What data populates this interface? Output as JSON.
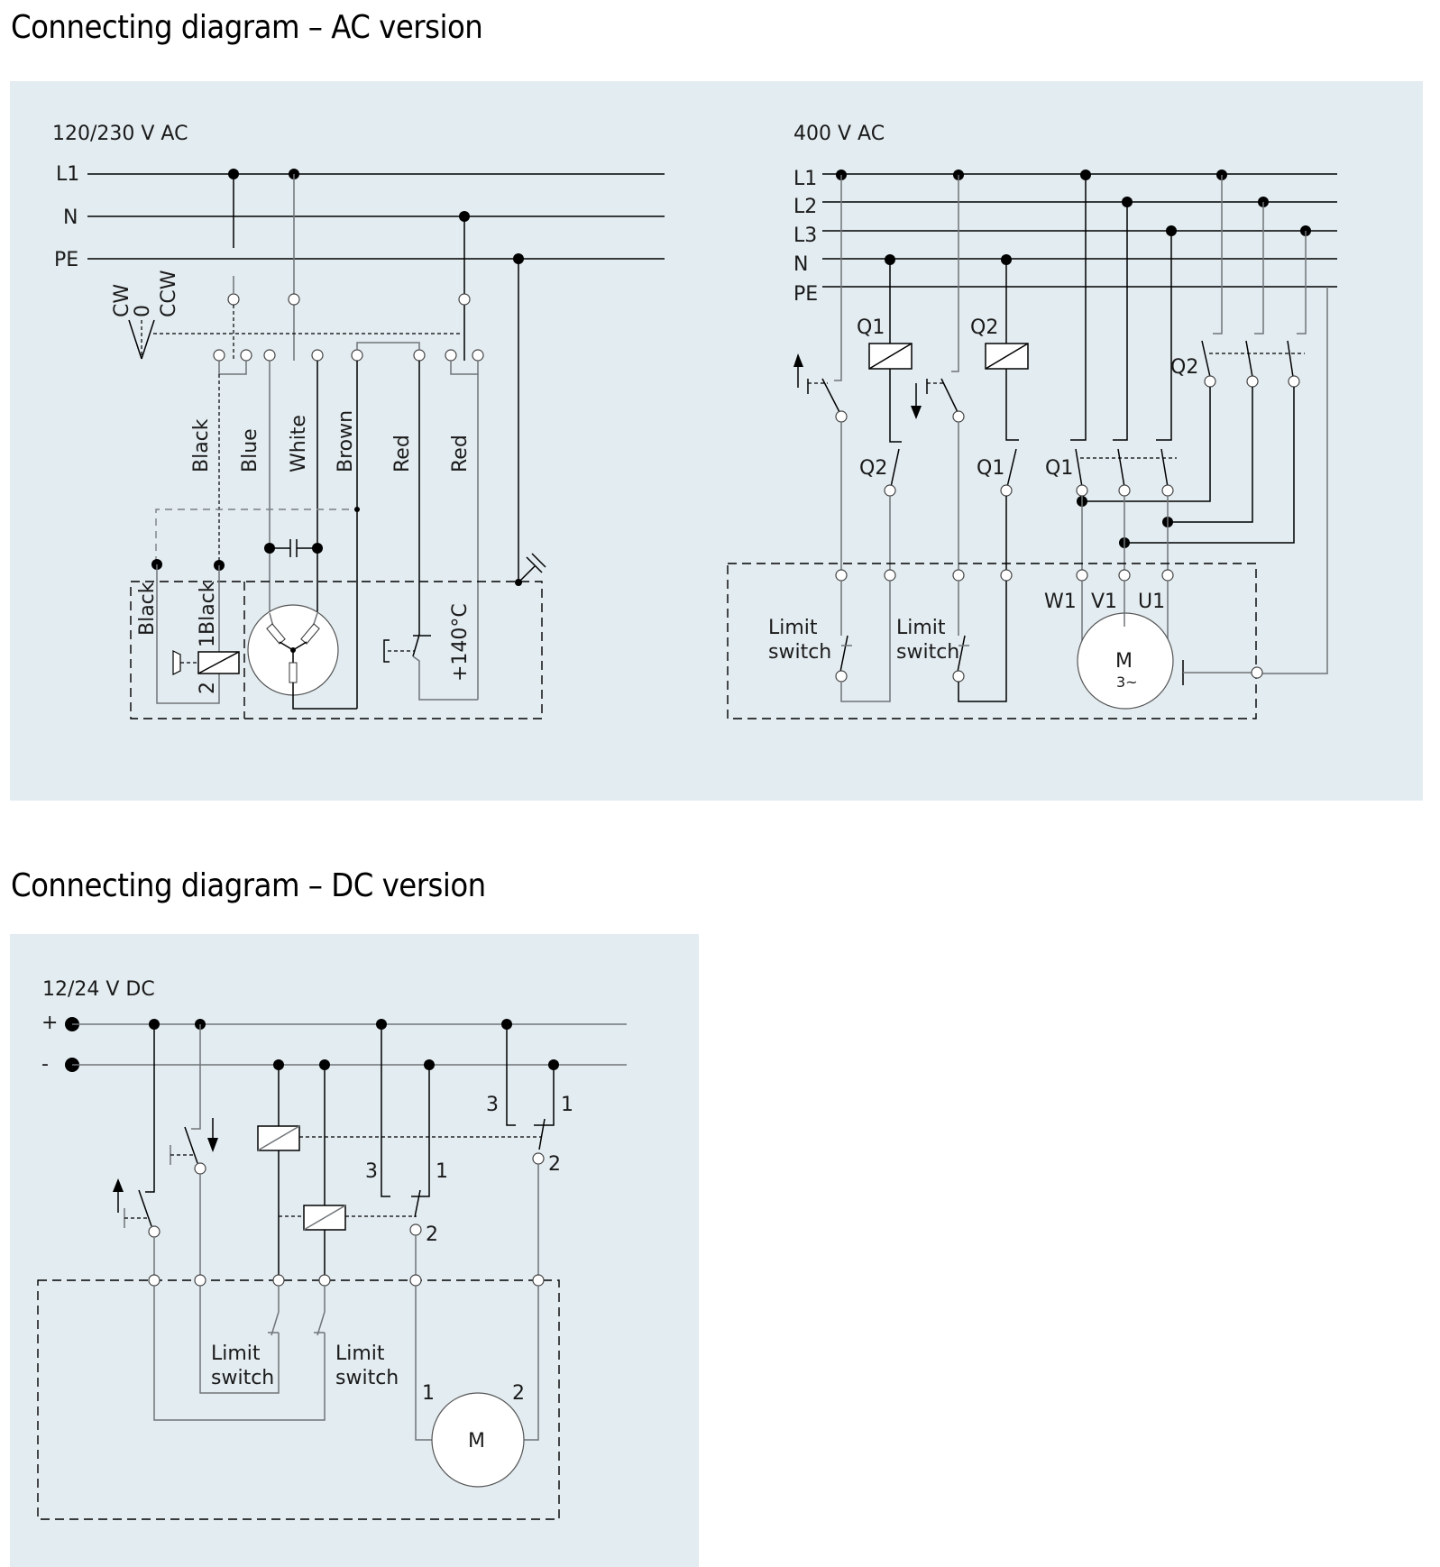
{
  "headings": {
    "ac": "Connecting diagram – AC version",
    "dc": "Connecting diagram – DC version"
  },
  "colors": {
    "panel_background": "#e3ecf1",
    "wire": "#000000",
    "wire_gray": "#6f7478"
  },
  "ac_single_phase": {
    "title": "120/230 V AC",
    "rails": [
      "L1",
      "N",
      "PE"
    ],
    "switch_positions": [
      "CW",
      "0",
      "CCW"
    ],
    "wire_colors": [
      "Black",
      "Blue",
      "White",
      "Brown",
      "Red",
      "Red"
    ],
    "inner_labels": [
      "Black",
      "1Black",
      "2"
    ],
    "thermal_label": "+140°C",
    "icons": [
      "capacitor-icon",
      "brake-coil-icon",
      "motor-star-winding-icon",
      "thermal-switch-icon",
      "ground-symbol-icon"
    ]
  },
  "ac_three_phase": {
    "title": "400 V AC",
    "rails": [
      "L1",
      "L2",
      "L3",
      "N",
      "PE"
    ],
    "contactors": [
      "Q1",
      "Q2"
    ],
    "interlock_labels": [
      "Q2",
      "Q1"
    ],
    "main_contact_labels": [
      "Q1",
      "Q2"
    ],
    "limit_switch_labels": [
      "Limit switch",
      "Limit switch"
    ],
    "motor_terminals": [
      "W1",
      "V1",
      "U1"
    ],
    "motor_label": "M",
    "motor_sublabel": "3~"
  },
  "dc": {
    "title": "12/24 V DC",
    "rails": [
      "+",
      "-"
    ],
    "relay_contact_numbers": [
      "3",
      "1",
      "2",
      "3",
      "1",
      "2"
    ],
    "limit_switch_labels": [
      "Limit switch",
      "Limit switch"
    ],
    "motor_terminals": [
      "1",
      "2"
    ],
    "motor_label": "M"
  }
}
